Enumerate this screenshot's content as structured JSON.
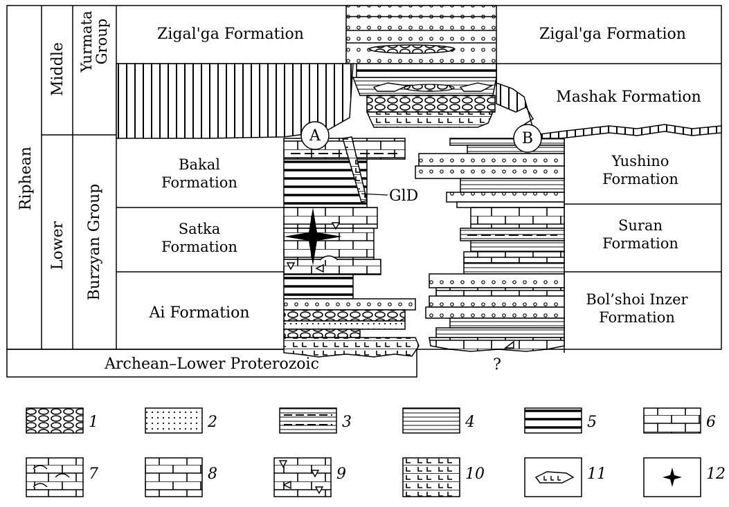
{
  "stratigraphy": {
    "eonothem": "Riphean",
    "subdivisions": [
      "Middle",
      "Lower"
    ],
    "groups": [
      "Yurmata Group",
      "Burzyan Group"
    ],
    "left_formations": [
      "Zigal'ga Formation",
      "Bakal Formation",
      "Satka Formation",
      "Ai Formation"
    ],
    "right_formations": [
      "Zigal'ga Formation",
      "Mashak Formation",
      "Yushino Formation",
      "Suran Formation",
      "Bol'shoi Inzer Formation"
    ],
    "basement": "Archean–Lower Proterozoic"
  },
  "sections": {
    "a_marker": "A",
    "b_marker": "B",
    "gld_label": "GlD",
    "unknown_base": "?"
  },
  "legend": [
    "1",
    "2",
    "3",
    "4",
    "5",
    "6",
    "7",
    "8",
    "9",
    "10",
    "11",
    "12"
  ]
}
